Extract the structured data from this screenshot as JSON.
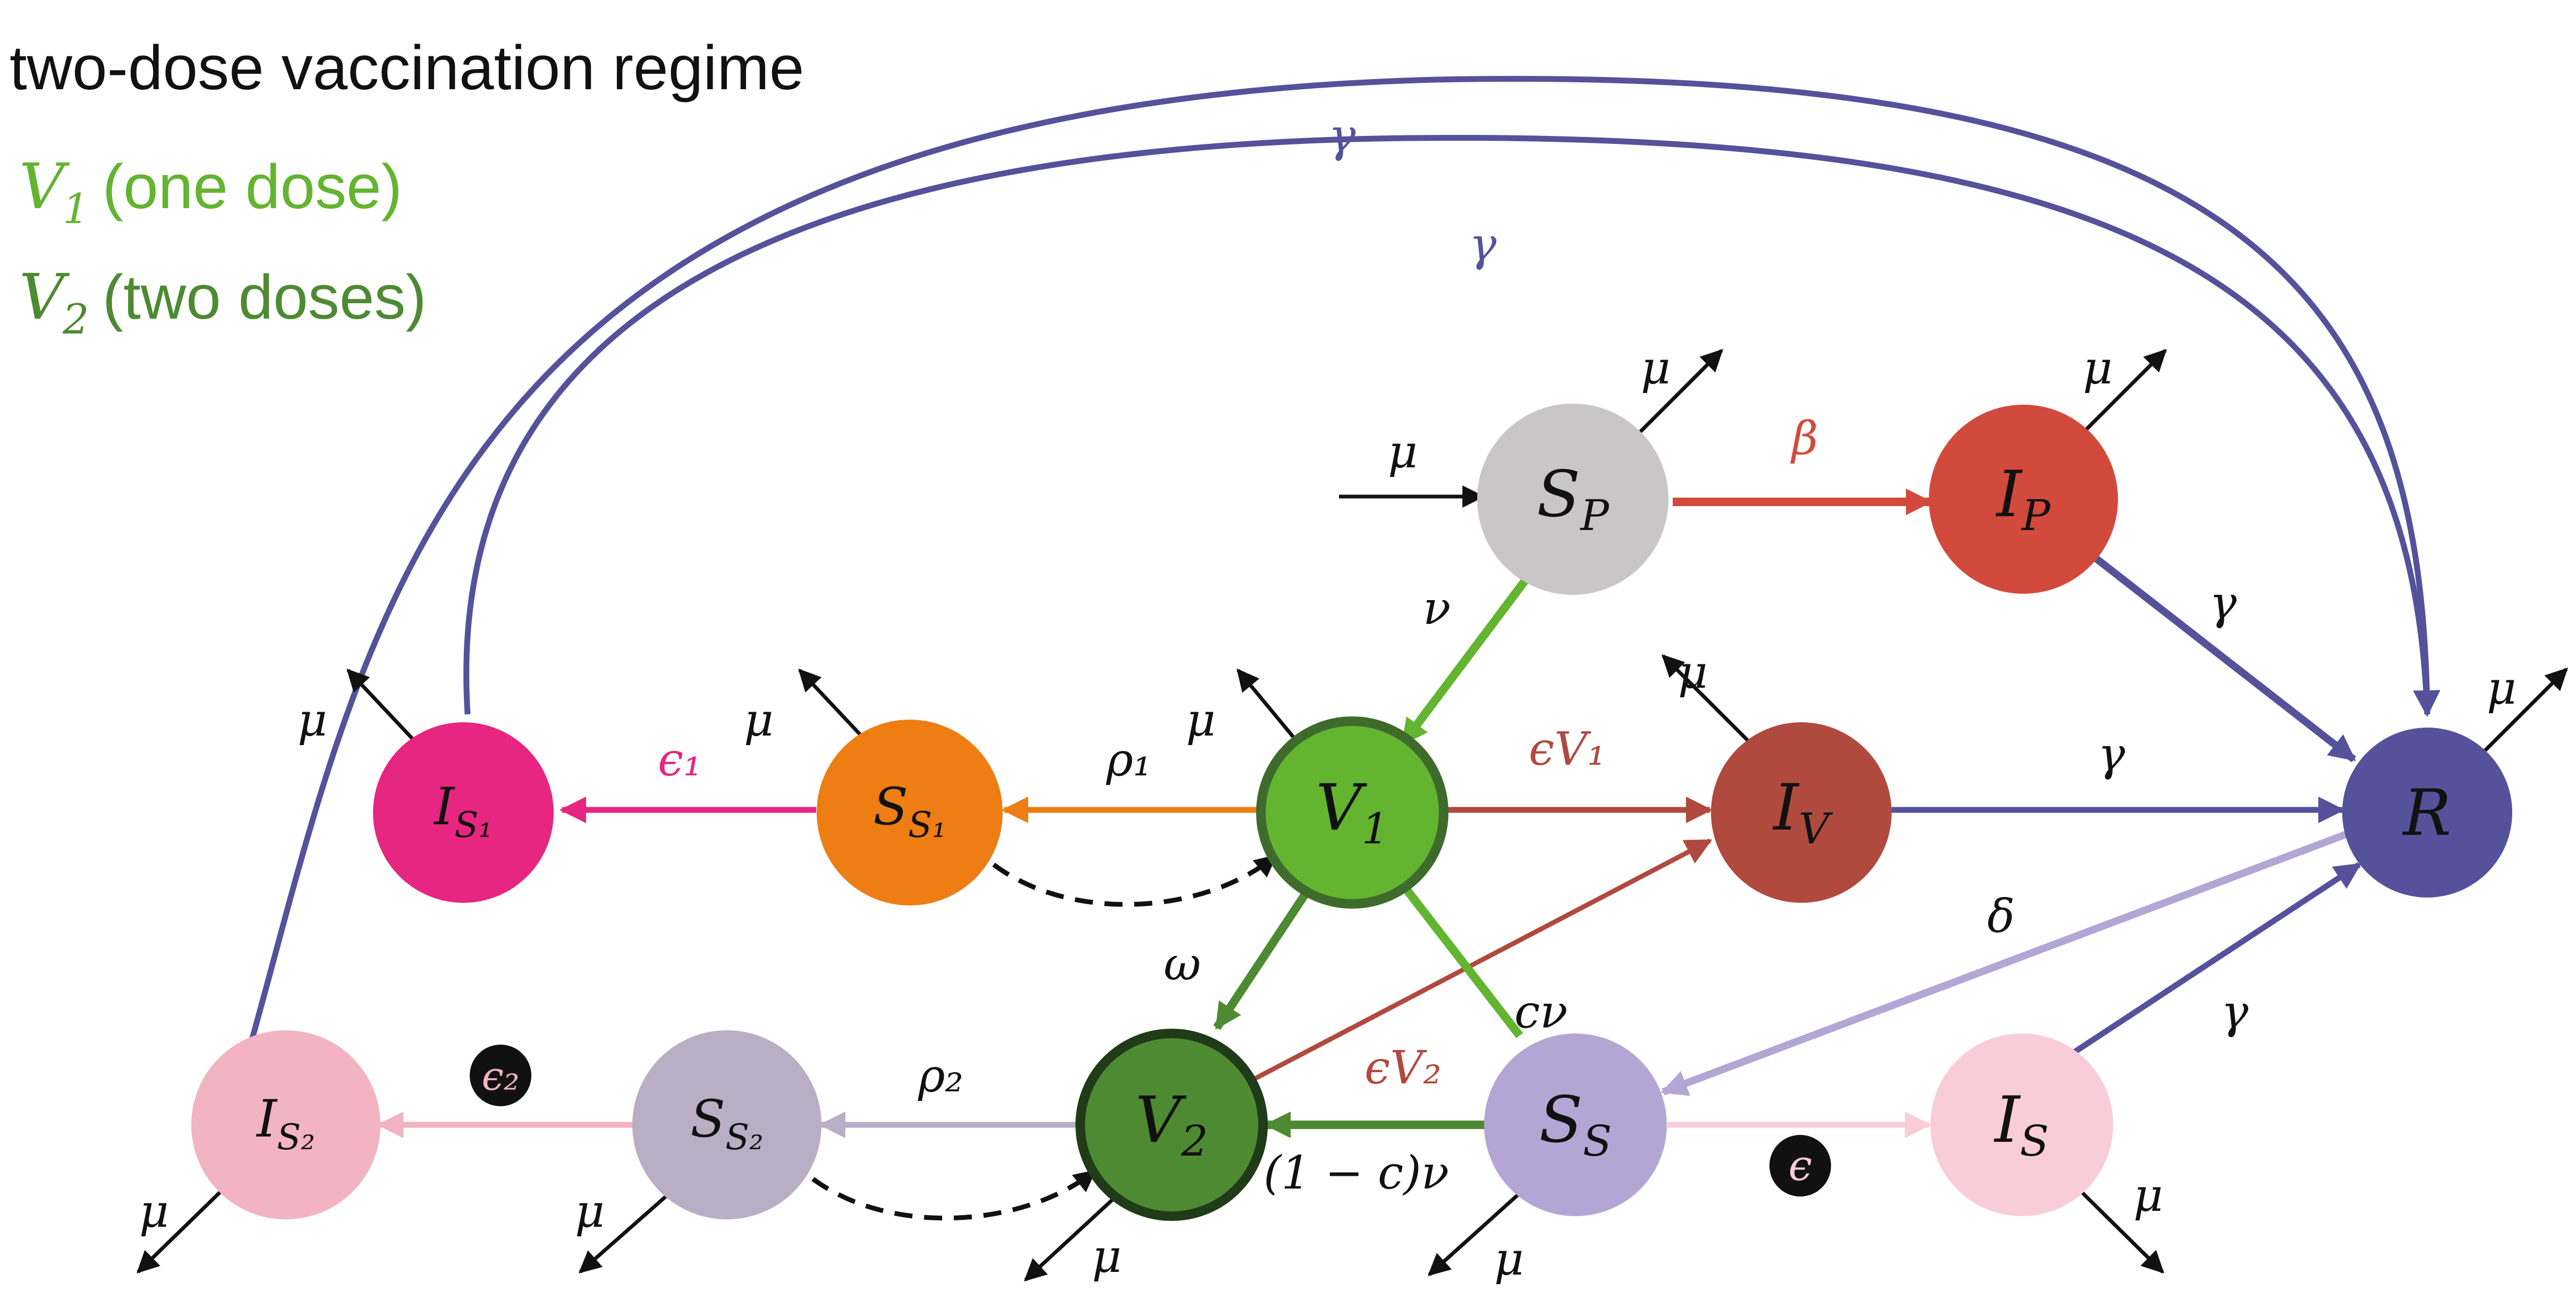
{
  "header": {
    "title": "two-dose vaccination regime",
    "legend_v1_symbol": "V",
    "legend_v1_sub": "1",
    "legend_v1_text": " (one dose)",
    "legend_v2_symbol": "V",
    "legend_v2_sub": "2",
    "legend_v2_text": " (two doses)"
  },
  "colors": {
    "ink": "#111111",
    "recovered_purple": "#55519a",
    "light_purple": "#b4a6d4",
    "green_v1": "#63b42f",
    "green_v2": "#4e8a32",
    "red_ip": "#d24a3c",
    "red_iv": "#b04a3e",
    "orange": "#ee7d14",
    "magenta": "#e62680",
    "pink_is2": "#f2b3c3",
    "pink_is": "#f9ccd9",
    "mauve": "#b9aec4",
    "grey": "#c8c6c6"
  },
  "nodes": {
    "sp": {
      "main": "S",
      "sub": "P"
    },
    "ip": {
      "main": "I",
      "sub": "P"
    },
    "r": {
      "main": "R",
      "sub": ""
    },
    "v1": {
      "main": "V",
      "sub": "1"
    },
    "iv": {
      "main": "I",
      "sub": "V"
    },
    "ss1": {
      "main": "S",
      "sub": "S₁"
    },
    "is1": {
      "main": "I",
      "sub": "S₁"
    },
    "v2": {
      "main": "V",
      "sub": "2"
    },
    "ss2": {
      "main": "S",
      "sub": "S₂"
    },
    "is2": {
      "main": "I",
      "sub": "S₂"
    },
    "ss": {
      "main": "S",
      "sub": "S"
    },
    "is": {
      "main": "I",
      "sub": "S"
    }
  },
  "rates": {
    "mu": "μ",
    "beta": "β",
    "nu": "ν",
    "gamma": "γ",
    "delta": "δ",
    "omega": "ω",
    "rho1": "ρ₁",
    "rho2": "ρ₂",
    "eps1": "ϵ₁",
    "eps2": "ϵ₂",
    "eps": "ϵ",
    "eps_v1": "ϵV₁",
    "eps_v2": "ϵV₂",
    "c_nu": "cν",
    "one_minus_c_nu": "(1 − c)ν"
  }
}
